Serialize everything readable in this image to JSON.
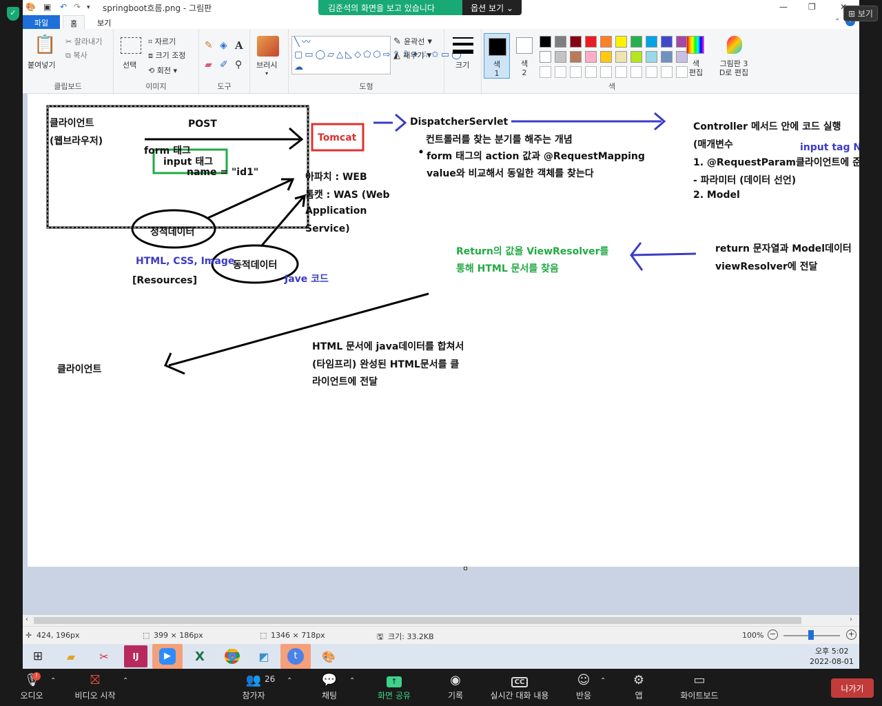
{
  "window": {
    "title": "springboot흐름.png - 그림판"
  },
  "share_banner": {
    "text": "김준석의 화면을 보고 있습니다",
    "options": "옵션 보기 ⌄"
  },
  "tabs": [
    "파일",
    "홈",
    "보기"
  ],
  "ribbon": {
    "clipboard": {
      "paste": "붙여넣기",
      "cut": "잘라내기",
      "copy": "복사",
      "label": "클립보드"
    },
    "image": {
      "select": "선택",
      "crop": "자르기",
      "resize": "크기 조정",
      "rotate": "회전",
      "label": "이미지"
    },
    "tools": {
      "label": "도구"
    },
    "brush": "브러시",
    "shapes": {
      "outline": "윤곽선",
      "fill": "채우기",
      "label": "도형"
    },
    "size": "크기",
    "color1": "색\n1",
    "color2": "색\n2",
    "colors_label": "색",
    "edit_colors": "색\n편집",
    "paint3d": "그림판 3\nD로 편집"
  },
  "palette": [
    "#000000",
    "#7f7f7f",
    "#880015",
    "#ed1c24",
    "#ff7f27",
    "#fff200",
    "#22b14c",
    "#00a2e8",
    "#3f48cc",
    "#a349a4",
    "#ffffff",
    "#c3c3c3",
    "#b97a57",
    "#ffaec9",
    "#ffc90e",
    "#efe4b0",
    "#b5e61d",
    "#99d9ea",
    "#7092be",
    "#c8bfe7"
  ],
  "drawing": {
    "client_label": "클라이언트",
    "client_sub": "(웹브라우저)",
    "post": "POST",
    "form_tag": "form 태그",
    "input_tag": "input 태그",
    "name_attr": "name = \"id1\"",
    "static_data": "정적데이터",
    "static_types": "HTML, CSS, Image",
    "resources": "[Resources]",
    "dynamic_data": "동적데이터",
    "java_code": "Jave 코드",
    "tomcat": "Tomcat",
    "apache": "아파치 : WEB",
    "tomcat_was_1": "톰캣 : WAS (Web",
    "tomcat_was_2": "Application",
    "tomcat_was_3": "Service)",
    "dispatcher": "DispatcherServlet",
    "dispatcher_desc": "컨트롤러를 찾는 분기를 해주는 개념",
    "dispatcher_bullet_1": "form 태그의 action 값과 @RequestMapping",
    "dispatcher_bullet_2": "value와 비교해서 동일한 객체를 찾는다",
    "controller_1": "Controller 메서드 안에 코드 실행",
    "controller_2": "(매개변수",
    "input_tag_note": "input tag N",
    "controller_3": "1. @RequestParam클라이언트에 준",
    "controller_4": "-  파라미터 (데이터 선언)",
    "controller_5": "2. Model",
    "return_1": "return 문자열과 Model데이터",
    "return_2": "viewResolver에 전달",
    "vr_1": "Return의 값을 ViewResolver를",
    "vr_2": "통해 HTML 문서를 찾음",
    "merge_1": "HTML 문서에 java데이터를 합쳐서",
    "merge_2": "(타임프리) 완성된 HTML문서를 클",
    "merge_3": "라이언트에 전달",
    "client_bottom": "클라이언트"
  },
  "status": {
    "cursor": "424, 196px",
    "selection": "399 × 186px",
    "image_size": "1346 × 718px",
    "file_size": "크기: 33.2KB",
    "zoom": "100%"
  },
  "clock": {
    "time": "오후 5:02",
    "date": "2022-08-01"
  },
  "zoom_toolbar": {
    "audio": "오디오",
    "video": "비디오 시작",
    "participants": "참가자",
    "participants_count": "26",
    "chat": "채팅",
    "share": "화면 공유",
    "record": "기록",
    "captions": "실시간 대화 내용",
    "reactions": "반응",
    "apps": "앱",
    "whiteboard": "화이트보드",
    "leave": "나가기",
    "view": "보기"
  }
}
